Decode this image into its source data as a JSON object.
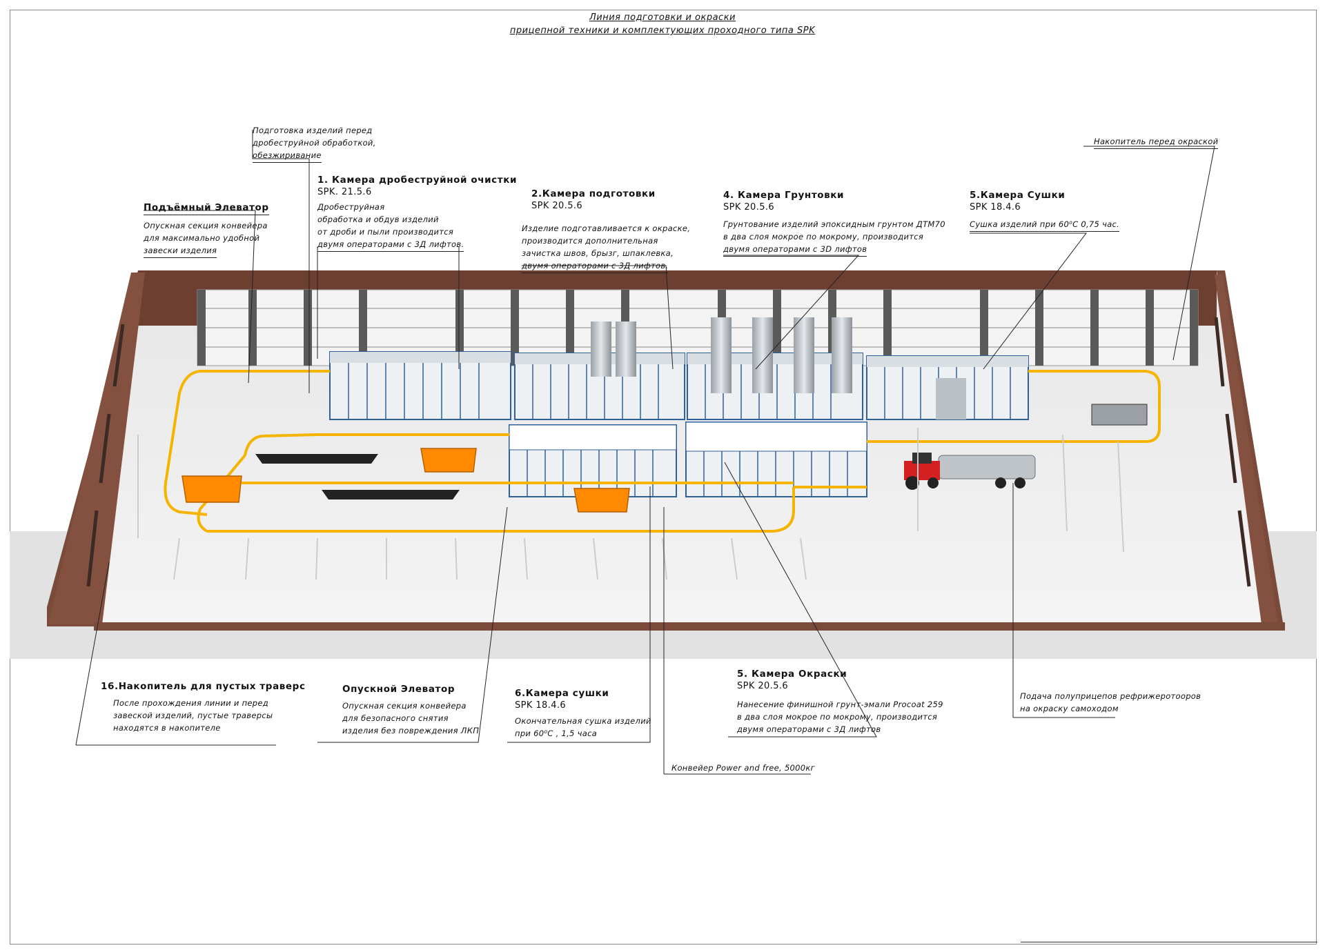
{
  "title": {
    "line1": "Линия подготовки и окраски",
    "line2": "прицепной техники и комплектующих  проходного типа SPK"
  },
  "labels": {
    "prep_note": {
      "l1": "Подготовка изделий перед",
      "l2": "дробеструйной обработкой,",
      "l3": "обезжиривание"
    },
    "lift_elevator": {
      "heading": "Подъёмный Элеватор",
      "l1": "Опускная секция конвейера",
      "l2": "для максимально удобной",
      "l3": "завески изделия"
    },
    "shot_blast": {
      "heading": "1. Камера дробеструйной очистки",
      "model": "SPK. 21.5.6",
      "l1": "Дробеструйная",
      "l2": "обработка и обдув изделий",
      "l3": "от  дроби и пыли производится",
      "l4": "двумя операторами с 3Д лифтов."
    },
    "prep_chamber": {
      "heading": "2.Камера подготовки",
      "model": "SPK 20.5.6",
      "l1": "Изделие подготавливается к окраске,",
      "l2": " производится дополнительная",
      "l3": "зачистка швов, брызг, шпаклевка,",
      "l4": "двумя операторами с 3Д лифтов."
    },
    "primer_chamber": {
      "heading": "4. Камера Грунтовки",
      "model": "SPK 20.5.6",
      "l1": "Грунтование изделий эпоксидным грунтом ДТМ70",
      "l2": "в два слоя мокрое по мокрому, производится",
      "l3": "двумя операторами с 3D лифтов"
    },
    "dry_chamber_5": {
      "heading": "5.Камера Сушки",
      "model": "SPK 18.4.6",
      "l1": "Сушка изделий при  60⁰С  0,75 час."
    },
    "accumulator_before_paint": {
      "l1": "Накопитель перед окраской"
    },
    "empty_traverse": {
      "heading": "16.Накопитель для пустых траверс",
      "l1": "После прохождения линии и перед",
      "l2": "завеской изделий, пустые траверсы",
      "l3": "находятся в накопителе"
    },
    "lowering_elevator": {
      "heading": "Опускной Элеватор",
      "l1": "Опускная секция конвейера",
      "l2": "для безопасного снятия",
      "l3": "изделия без повреждения ЛКП"
    },
    "dry_chamber_6": {
      "heading": "6.Камера сушки",
      "model": "SPK 18.4.6",
      "l1": "Окончательная сушка изделий",
      "l2": "при 60⁰С ,  1,5 часа"
    },
    "paint_chamber": {
      "heading": "5. Камера Окраски",
      "model": "SPK 20.5.6",
      "l1": "Нанесение финишной грунт-эмали Procoat 259",
      "l2": "в два слоя мокрое по мокрому, производится",
      "l3": "двумя операторами с 3Д лифтов"
    },
    "trailer_supply": {
      "l1": "Подача полуприцепов рефрижеротооров",
      "l2": "на окраску самоходом"
    },
    "conveyor": {
      "l1": "Конвейер Power and free, 5000кг"
    }
  },
  "colors": {
    "wall": "#7a4a3a",
    "floor": "#ebebeb",
    "booth_blue": "#2e5f9e",
    "booth_panel": "#e9eef3",
    "rail_yellow": "#f5b400",
    "basket_orange": "#ff8a00",
    "tractor_red": "#d42020"
  }
}
